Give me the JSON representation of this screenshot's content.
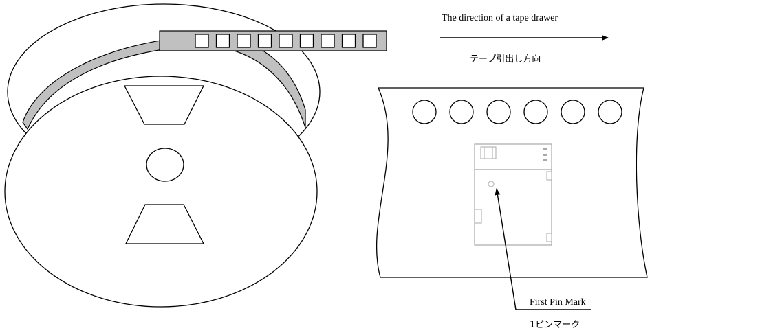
{
  "labels": {
    "direction_en": "The direction of a tape drawer",
    "direction_jp": "テープ引出し方向",
    "pin_en": "First Pin Mark",
    "pin_jp": "1ピンマーク"
  },
  "colors": {
    "stroke": "#000000",
    "tape_fill": "#c0c0c0",
    "component_outline": "#a8a8a8"
  },
  "icons": {
    "direction": "right-arrow-icon",
    "pin_pointer": "pointer-arrow-icon"
  }
}
